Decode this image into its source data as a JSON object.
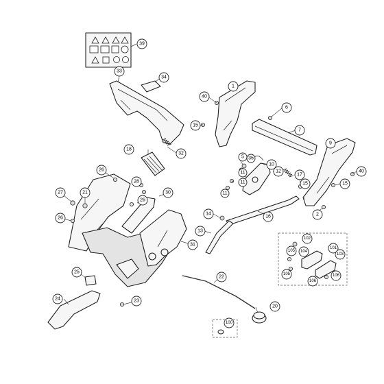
{
  "diagram": {
    "callouts": [
      "1",
      "2",
      "5",
      "6",
      "7",
      "9",
      "10",
      "11",
      "12",
      "13",
      "14",
      "15",
      "16",
      "17",
      "18",
      "20",
      "21",
      "22",
      "23",
      "24",
      "25",
      "26",
      "27",
      "28",
      "30",
      "31",
      "32",
      "33",
      "34",
      "35",
      "39",
      "40",
      "100",
      "101",
      "102",
      "103",
      "104",
      "105",
      "106"
    ]
  },
  "colors": {
    "line": "#222222",
    "part_fill": "#f6f6f6",
    "background": "#ffffff"
  }
}
